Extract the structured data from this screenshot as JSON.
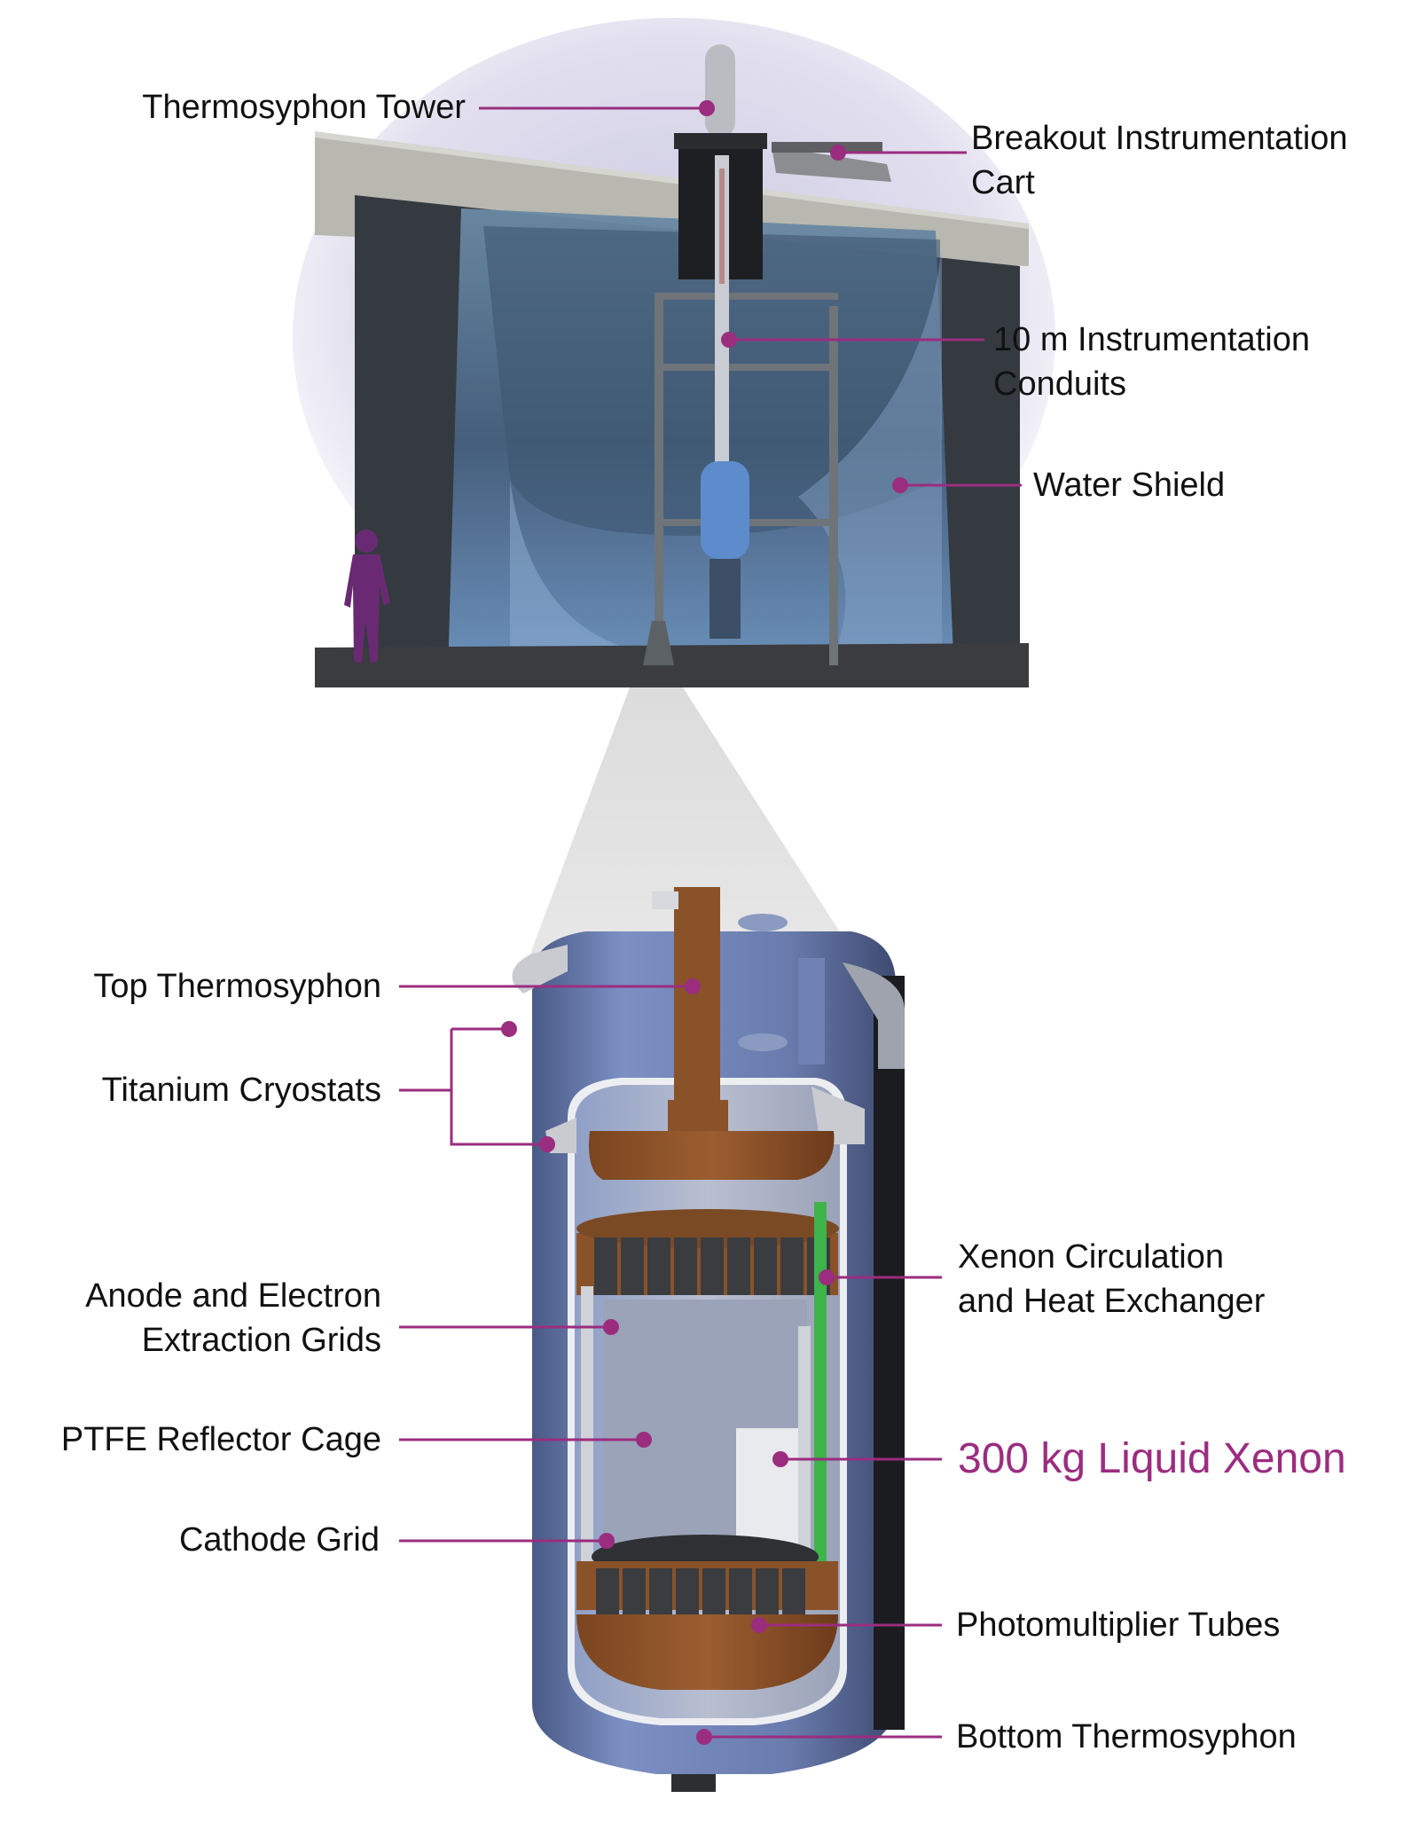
{
  "colors": {
    "accent": "#9B2D7F",
    "text": "#111111",
    "water": "#5B7FA8",
    "copper": "#8A5228",
    "green_exchanger": "#3DB34A",
    "cryostat": "#6E82B5",
    "person": "#6A2A73"
  },
  "top_view": {
    "labels": {
      "thermosyphon_tower": "Thermosyphon Tower",
      "breakout_cart_line1": "Breakout Instrumentation",
      "breakout_cart_line2": "Cart",
      "conduits_line1": "10 m Instrumentation",
      "conduits_line2": "Conduits",
      "water_shield": "Water Shield"
    }
  },
  "detector_view": {
    "labels": {
      "top_thermosyphon": "Top Thermosyphon",
      "titanium_cryostats": "Titanium Cryostats",
      "anode_line1": "Anode and Electron",
      "anode_line2": "Extraction Grids",
      "ptfe_cage": "PTFE Reflector Cage",
      "cathode_grid": "Cathode Grid",
      "xenon_circ_line1": "Xenon Circulation",
      "xenon_circ_line2": "and Heat Exchanger",
      "liquid_xenon": "300 kg Liquid Xenon",
      "pmts": "Photomultiplier Tubes",
      "bottom_thermosyphon": "Bottom Thermosyphon"
    }
  }
}
